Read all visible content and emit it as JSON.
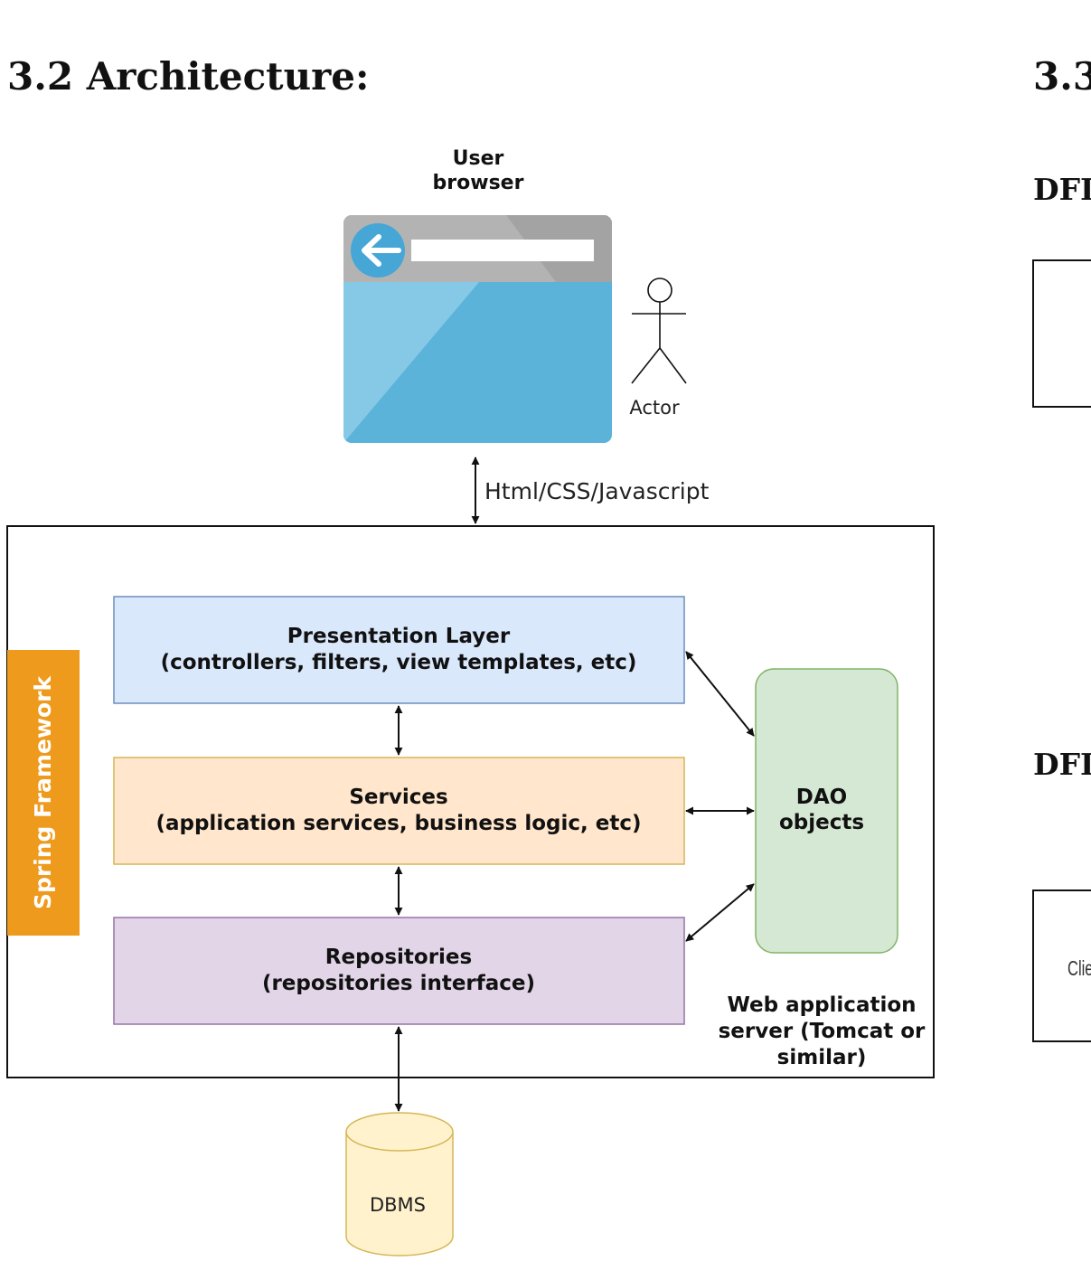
{
  "headings": {
    "architecture": "3.2 Architecture:",
    "next_section": "3.3",
    "dfd_a": "DFI",
    "dfd_b": "DFI"
  },
  "diagram": {
    "browser_title_line1": "User",
    "browser_title_line2": "browser",
    "actor_label": "Actor",
    "protocol_label": "Html/CSS/Javascript",
    "framework_label": "Spring Framework",
    "presentation_title": "Presentation Layer",
    "presentation_subtitle": "(controllers, filters, view templates, etc)",
    "services_title": "Services",
    "services_subtitle": "(application services, business logic, etc)",
    "repositories_title": "Repositories",
    "repositories_subtitle": "(repositories interface)",
    "dao_line1": "DAO",
    "dao_line2": "objects",
    "server_line1": "Web application",
    "server_line2": "server (Tomcat or",
    "server_line3": "similar)",
    "dbms_label": "DBMS",
    "client_partial": "Clie"
  },
  "colors": {
    "browser_bar": "#b3b3b3",
    "browser_body": "#5bb3d9",
    "browser_highlight": "#86c9e6",
    "browser_button": "#46a6d6",
    "spring_orange": "#ee9a1c",
    "presentation_fill": "#dae8fc",
    "presentation_stroke": "#6c8ebf",
    "services_fill": "#ffe6cc",
    "services_stroke": "#d6b656",
    "repositories_fill": "#e1d5e7",
    "repositories_stroke": "#9673a6",
    "dao_fill": "#d5e8d4",
    "dao_stroke": "#82b366",
    "dbms_fill": "#fff2cc",
    "dbms_stroke": "#d6b656"
  }
}
